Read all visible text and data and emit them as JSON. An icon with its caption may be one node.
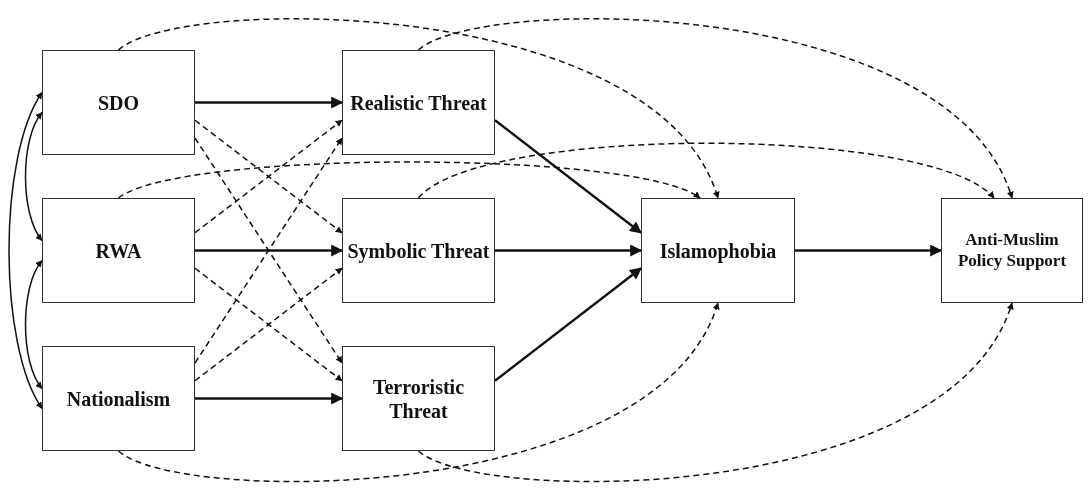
{
  "diagram": {
    "nodes": [
      {
        "text": [
          "SDO"
        ]
      },
      {
        "text": [
          "RWA"
        ]
      },
      {
        "text": [
          "Nationalism"
        ]
      },
      {
        "text": [
          "Realistic Threat"
        ]
      },
      {
        "text": [
          "Symbolic Threat"
        ]
      },
      {
        "text": [
          "Terroristic Threat"
        ]
      },
      {
        "text": [
          "Islamophobia"
        ]
      },
      {
        "text": [
          "Anti-Muslim Policy Support"
        ]
      }
    ],
    "edges": [
      {
        "from": 0,
        "to": 3,
        "arrow": "to"
      },
      {
        "from": 0,
        "to": 4,
        "arrow": "to",
        "style": "dashed"
      },
      {
        "from": 0,
        "to": 5,
        "arrow": "to",
        "style": "dashed"
      },
      {
        "from": 1,
        "to": 3,
        "arrow": "to",
        "style": "dashed"
      },
      {
        "from": 1,
        "to": 4,
        "arrow": "to"
      },
      {
        "from": 1,
        "to": 5,
        "arrow": "to",
        "style": "dashed"
      },
      {
        "from": 2,
        "to": 3,
        "arrow": "to",
        "style": "dashed"
      },
      {
        "from": 2,
        "to": 4,
        "arrow": "to",
        "style": "dashed"
      },
      {
        "from": 2,
        "to": 5,
        "arrow": "to"
      },
      {
        "from": 3,
        "to": 6,
        "arrow": "to"
      },
      {
        "from": 4,
        "to": 6,
        "arrow": "to"
      },
      {
        "from": 5,
        "to": 6,
        "arrow": "to"
      },
      {
        "from": 6,
        "to": 7,
        "arrow": "to"
      },
      {
        "from": 0,
        "to": 6,
        "arrow": "to",
        "style": "dashed"
      },
      {
        "from": 1,
        "to": 6,
        "arrow": "to",
        "style": "dashed"
      },
      {
        "from": 2,
        "to": 6,
        "arrow": "to",
        "style": "dashed"
      },
      {
        "from": 3,
        "to": 7,
        "arrow": "to",
        "style": "dashed"
      },
      {
        "from": 4,
        "to": 7,
        "arrow": "to",
        "style": "dashed"
      },
      {
        "from": 5,
        "to": 7,
        "arrow": "to",
        "style": "dashed"
      },
      {
        "from": 0,
        "to": 1,
        "arrow": "both"
      },
      {
        "from": 1,
        "to": 2,
        "arrow": "both"
      },
      {
        "from": 0,
        "to": 2,
        "arrow": "both"
      }
    ]
  }
}
